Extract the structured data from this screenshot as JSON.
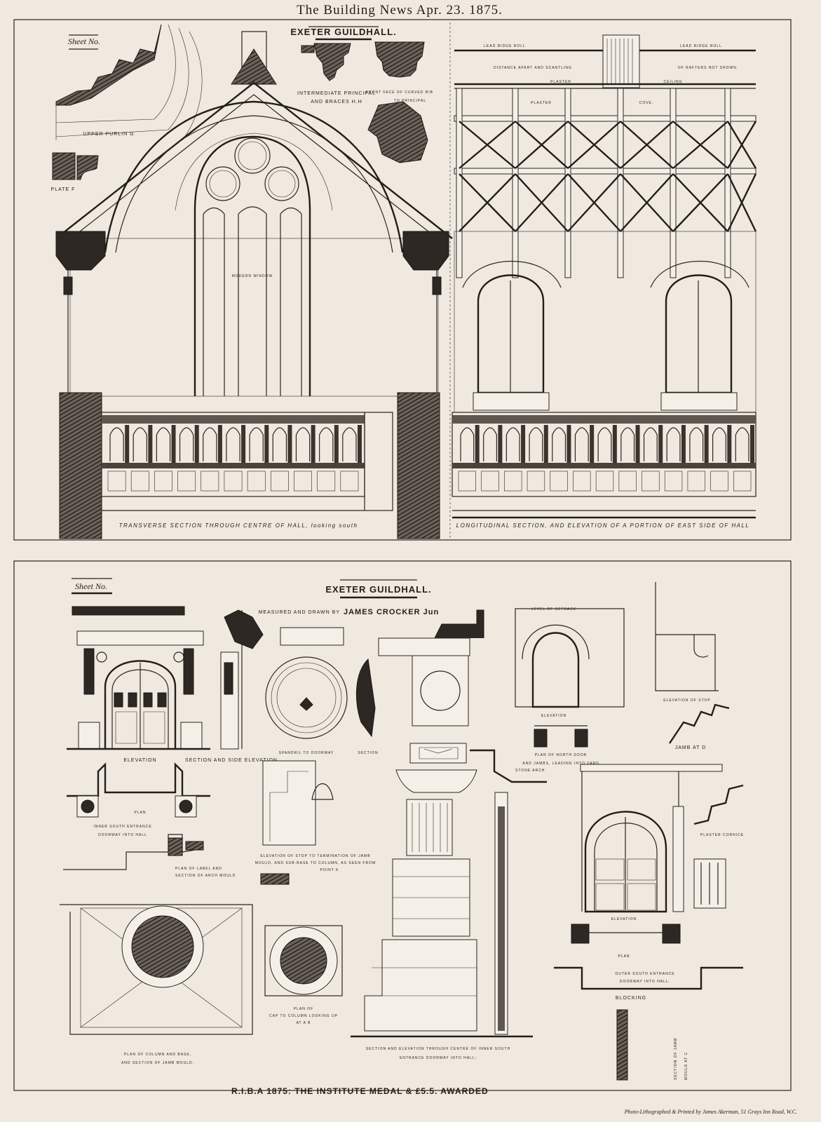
{
  "header": {
    "title": "The Building News Apr. 23. 1875."
  },
  "top_sheet": {
    "sheet_label": "Sheet No.",
    "title": "EXETER GUILDHALL.",
    "details": {
      "intermediate_principal": "INTERMEDIATE PRINCIPAL",
      "braces": "AND BRACES H.H",
      "curved_rib_1": "FRONT FACE OF CURVED RIB",
      "curved_rib_2": "TO PRINCIPAL",
      "upper_purlin": "UPPER PURLIN G",
      "plate": "PLATE F",
      "modern_window": "MODERN WINDOW"
    },
    "transverse_caption": "TRANSVERSE SECTION THROUGH CENTRE OF HALL, looking south",
    "longitudinal": {
      "ridge_left": "LEAD RIDGE ROLL",
      "ridge_right": "LEAD RIDGE ROLL",
      "note_left": "DISTANCE APART AND SCANTLING",
      "note_right": "OF RAFTERS NOT SHOWN.",
      "ceiling_left": "PLASTER",
      "ceiling_right": "CEILING",
      "cove_left": "PLASTER",
      "cove_right": "COVE.",
      "caption": "LONGITUDINAL SECTION, AND ELEVATION OF A PORTION OF EAST SIDE OF HALL"
    }
  },
  "bottom_sheet": {
    "sheet_label": "Sheet No.",
    "title": "EXETER GUILDHALL.",
    "measured_by": "MEASURED AND DRAWN BY",
    "author": "JAMES CROCKER Jun",
    "labels": {
      "elevation": "ELEVATION",
      "section_side_elevation": "SECTION AND SIDE ELEVATION",
      "spandril": "SPANDRIL TO DOORWAY",
      "section": "SECTION",
      "level_of_setback": "LEVEL OF SETBACK",
      "north_door_elevation": "ELEVATION",
      "north_door_plan_1": "PLAN OF NORTH DOOR",
      "north_door_plan_2": "AND JAMBS, LEADING INTO YARD",
      "stop_elevation": "ELEVATION OF STOP",
      "jamb_at_d": "JAMB AT D",
      "inner_plan": "PLAN",
      "inner_south_1": "INNER SOUTH ENTRANCE",
      "inner_south_2": "DOORWAY INTO HALL",
      "label_plan_1": "PLAN OF LABEL AND",
      "label_plan_2": "SECTION OF ARCH MOULD",
      "stop_termination_1": "ELEVATION OF STOP TO TERMINATION OF JAMB",
      "stop_termination_2": "MOULD, AND SUB-BASE TO COLUMN, AS SEEN FROM",
      "stop_termination_3": "POINT K",
      "stone_arch": "STONE ARCH",
      "plaster_cornice": "PLASTER CORNICE",
      "outer_elevation": "ELEVATION",
      "outer_plan": "PLAN",
      "outer_south_1": "OUTER SOUTH ENTRANCE",
      "outer_south_2": "DOORWAY INTO HALL.",
      "blocking": "BLOCKING",
      "column_plan_1": "PLAN OF COLUMN AND BASE,",
      "column_plan_2": "AND SECTION OF JAMB MOULD.",
      "cap_plan_1": "PLAN OF",
      "cap_plan_2": "CAP TO COLUMN LOOKING UP",
      "cap_plan_3": "AT A B",
      "section_through_1": "SECTION AND ELEVATION THROUGH CENTRE OF INNER SOUTH",
      "section_through_2": "ENTRANCE DOORWAY INTO HALL;",
      "jamb_mould_c_1": "SECTION OF JAMB",
      "jamb_mould_c_2": "MOULD AT C"
    },
    "award": "R.I.B.A 1875: THE INSTITUTE MEDAL & £5.5. AWARDED"
  },
  "footer": {
    "printer": "Photo-Lithographed & Printed by James Akerman, 51 Grays Inn Road, W.C."
  }
}
